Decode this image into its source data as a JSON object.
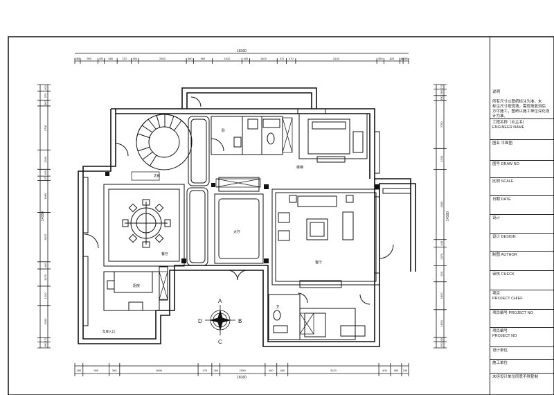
{
  "dimensions": {
    "top_total": "18160",
    "bottom_total": "18160",
    "left_total": "14160",
    "right_total": "14160",
    "top_segments": [
      "280",
      "900",
      "320",
      "660",
      "720",
      "360",
      "2450",
      "360",
      "960",
      "1510",
      "400",
      "1400",
      "470",
      "470",
      "4140",
      "360",
      "820",
      "160",
      "280"
    ],
    "bottom_segments": [
      "280",
      "900",
      "360",
      "2690",
      "470",
      "280",
      "1550",
      "400",
      "380",
      "3120",
      "400",
      "380",
      "240"
    ],
    "left_segments": [
      "400",
      "570",
      "360",
      "2730",
      "1200",
      "420",
      "270",
      "1980",
      "3070",
      "440",
      "1070",
      "1200",
      "2000",
      "270",
      "360"
    ],
    "right_segments": [
      "270",
      "360",
      "300",
      "2750",
      "1200",
      "4040",
      "440",
      "1070",
      "920",
      "1600",
      "1600",
      "240",
      "360"
    ]
  },
  "rooms": {
    "bedroom": "卧",
    "stair_hall": "楼梯",
    "corridor": "走廊",
    "dining": "餐厅",
    "hall": "大厅",
    "kitchen": "厨房",
    "living": "客厅",
    "bath": "卫",
    "garage_note": "车库入口"
  },
  "compass": {
    "a": "A",
    "b": "B",
    "c": "C",
    "d": "D"
  },
  "title_block": {
    "note_title": "说明",
    "note_body": "所有尺寸以图纸标注为准，未\n标注尺寸按现场，需现场复测后\n方可施工，图纸以施工单位深化设计为准。",
    "project": "工程名称（业主名）\nENGINEER NAME",
    "drawing_name": "图名 平面图",
    "drawing_no": "图号 DRAW NO",
    "scale": "比例 SCALE",
    "date": "日期 DATE",
    "designer": "设计",
    "design": "设计 DESIGN",
    "author": "制图 AUTHOR",
    "check": "审核 CHECK",
    "project_chief": "项目\nPROJECT CHIEF",
    "project_no": "项目编号 PROJECT NO",
    "project_no_label": "项目编号\nPROJECT NO",
    "firm1": "设计单位",
    "firm2": "施工单位",
    "footer": "未经设计单位同意不得复制"
  }
}
